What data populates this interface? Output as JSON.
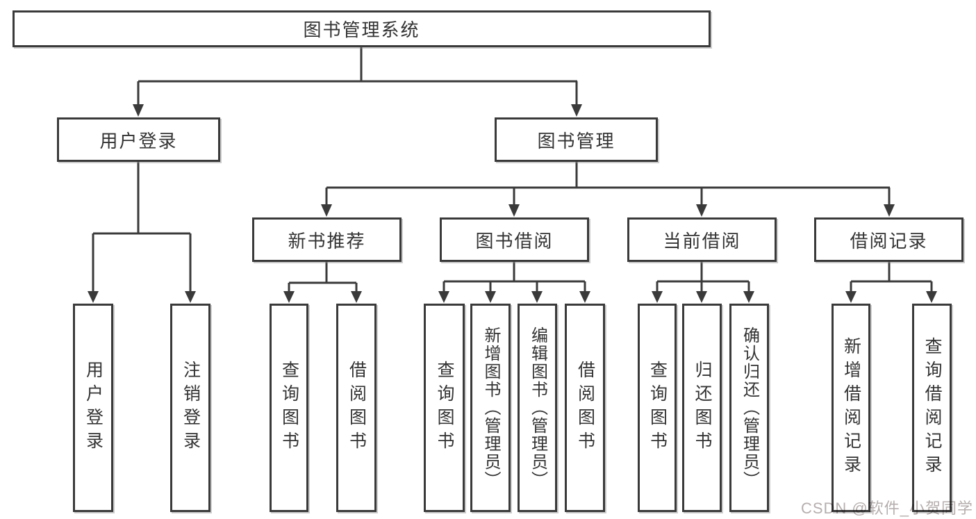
{
  "tree": {
    "label": "图书管理系统",
    "children": [
      {
        "label": "用户登录",
        "children": [
          {
            "label": "用户登录"
          },
          {
            "label": "注销登录"
          }
        ]
      },
      {
        "label": "图书管理",
        "children": [
          {
            "label": "新书推荐",
            "children": [
              {
                "label": "查询图书"
              },
              {
                "label": "借阅图书"
              }
            ]
          },
          {
            "label": "图书借阅",
            "children": [
              {
                "label": "查询图书"
              },
              {
                "label": "新增图书（管理员）"
              },
              {
                "label": "编辑图书（管理员）"
              },
              {
                "label": "借阅图书"
              }
            ]
          },
          {
            "label": "当前借阅",
            "children": [
              {
                "label": "查询图书"
              },
              {
                "label": "归还图书"
              },
              {
                "label": "确认归还（管理员）"
              }
            ]
          },
          {
            "label": "借阅记录",
            "children": [
              {
                "label": "新增借阅记录"
              },
              {
                "label": "查询借阅记录"
              }
            ]
          }
        ]
      }
    ]
  },
  "watermark": {
    "text": "CSDN @软件_小贺同学"
  },
  "colors": {
    "line": "#3a3a3a",
    "text": "#333333",
    "watermark": "#b6aeae",
    "background": "#ffffff"
  }
}
